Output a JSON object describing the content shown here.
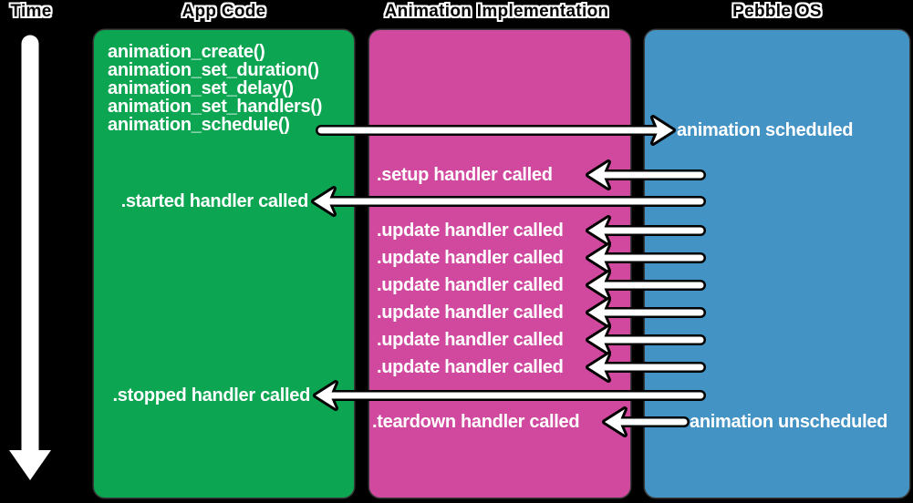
{
  "headers": {
    "time": "Time",
    "app_code": "App Code",
    "animation_implementation": "Animation Implementation",
    "pebble_os": "Pebble OS"
  },
  "colors": {
    "background": "#000000",
    "app_code_box": "#0CA551",
    "implementation_box": "#D1499E",
    "pebble_os_box": "#4493C5",
    "label_text": "#FFFFFF",
    "arrow_fill": "#FFFFFF",
    "arrow_outline": "#000000"
  },
  "app_code": {
    "api_calls": [
      "animation_create()",
      "animation_set_duration()",
      "animation_set_delay()",
      "animation_set_handlers()",
      "animation_schedule()"
    ],
    "events": {
      "started": ".started handler called",
      "stopped": ".stopped handler called"
    }
  },
  "implementation": {
    "events": {
      "setup": ".setup handler called",
      "updates": [
        ".update handler called",
        ".update handler called",
        ".update handler called",
        ".update handler called",
        ".update handler called",
        ".update handler called"
      ],
      "teardown": ".teardown handler called"
    }
  },
  "pebble_os": {
    "events": {
      "scheduled": "animation scheduled",
      "unscheduled": "animation unscheduled"
    }
  }
}
